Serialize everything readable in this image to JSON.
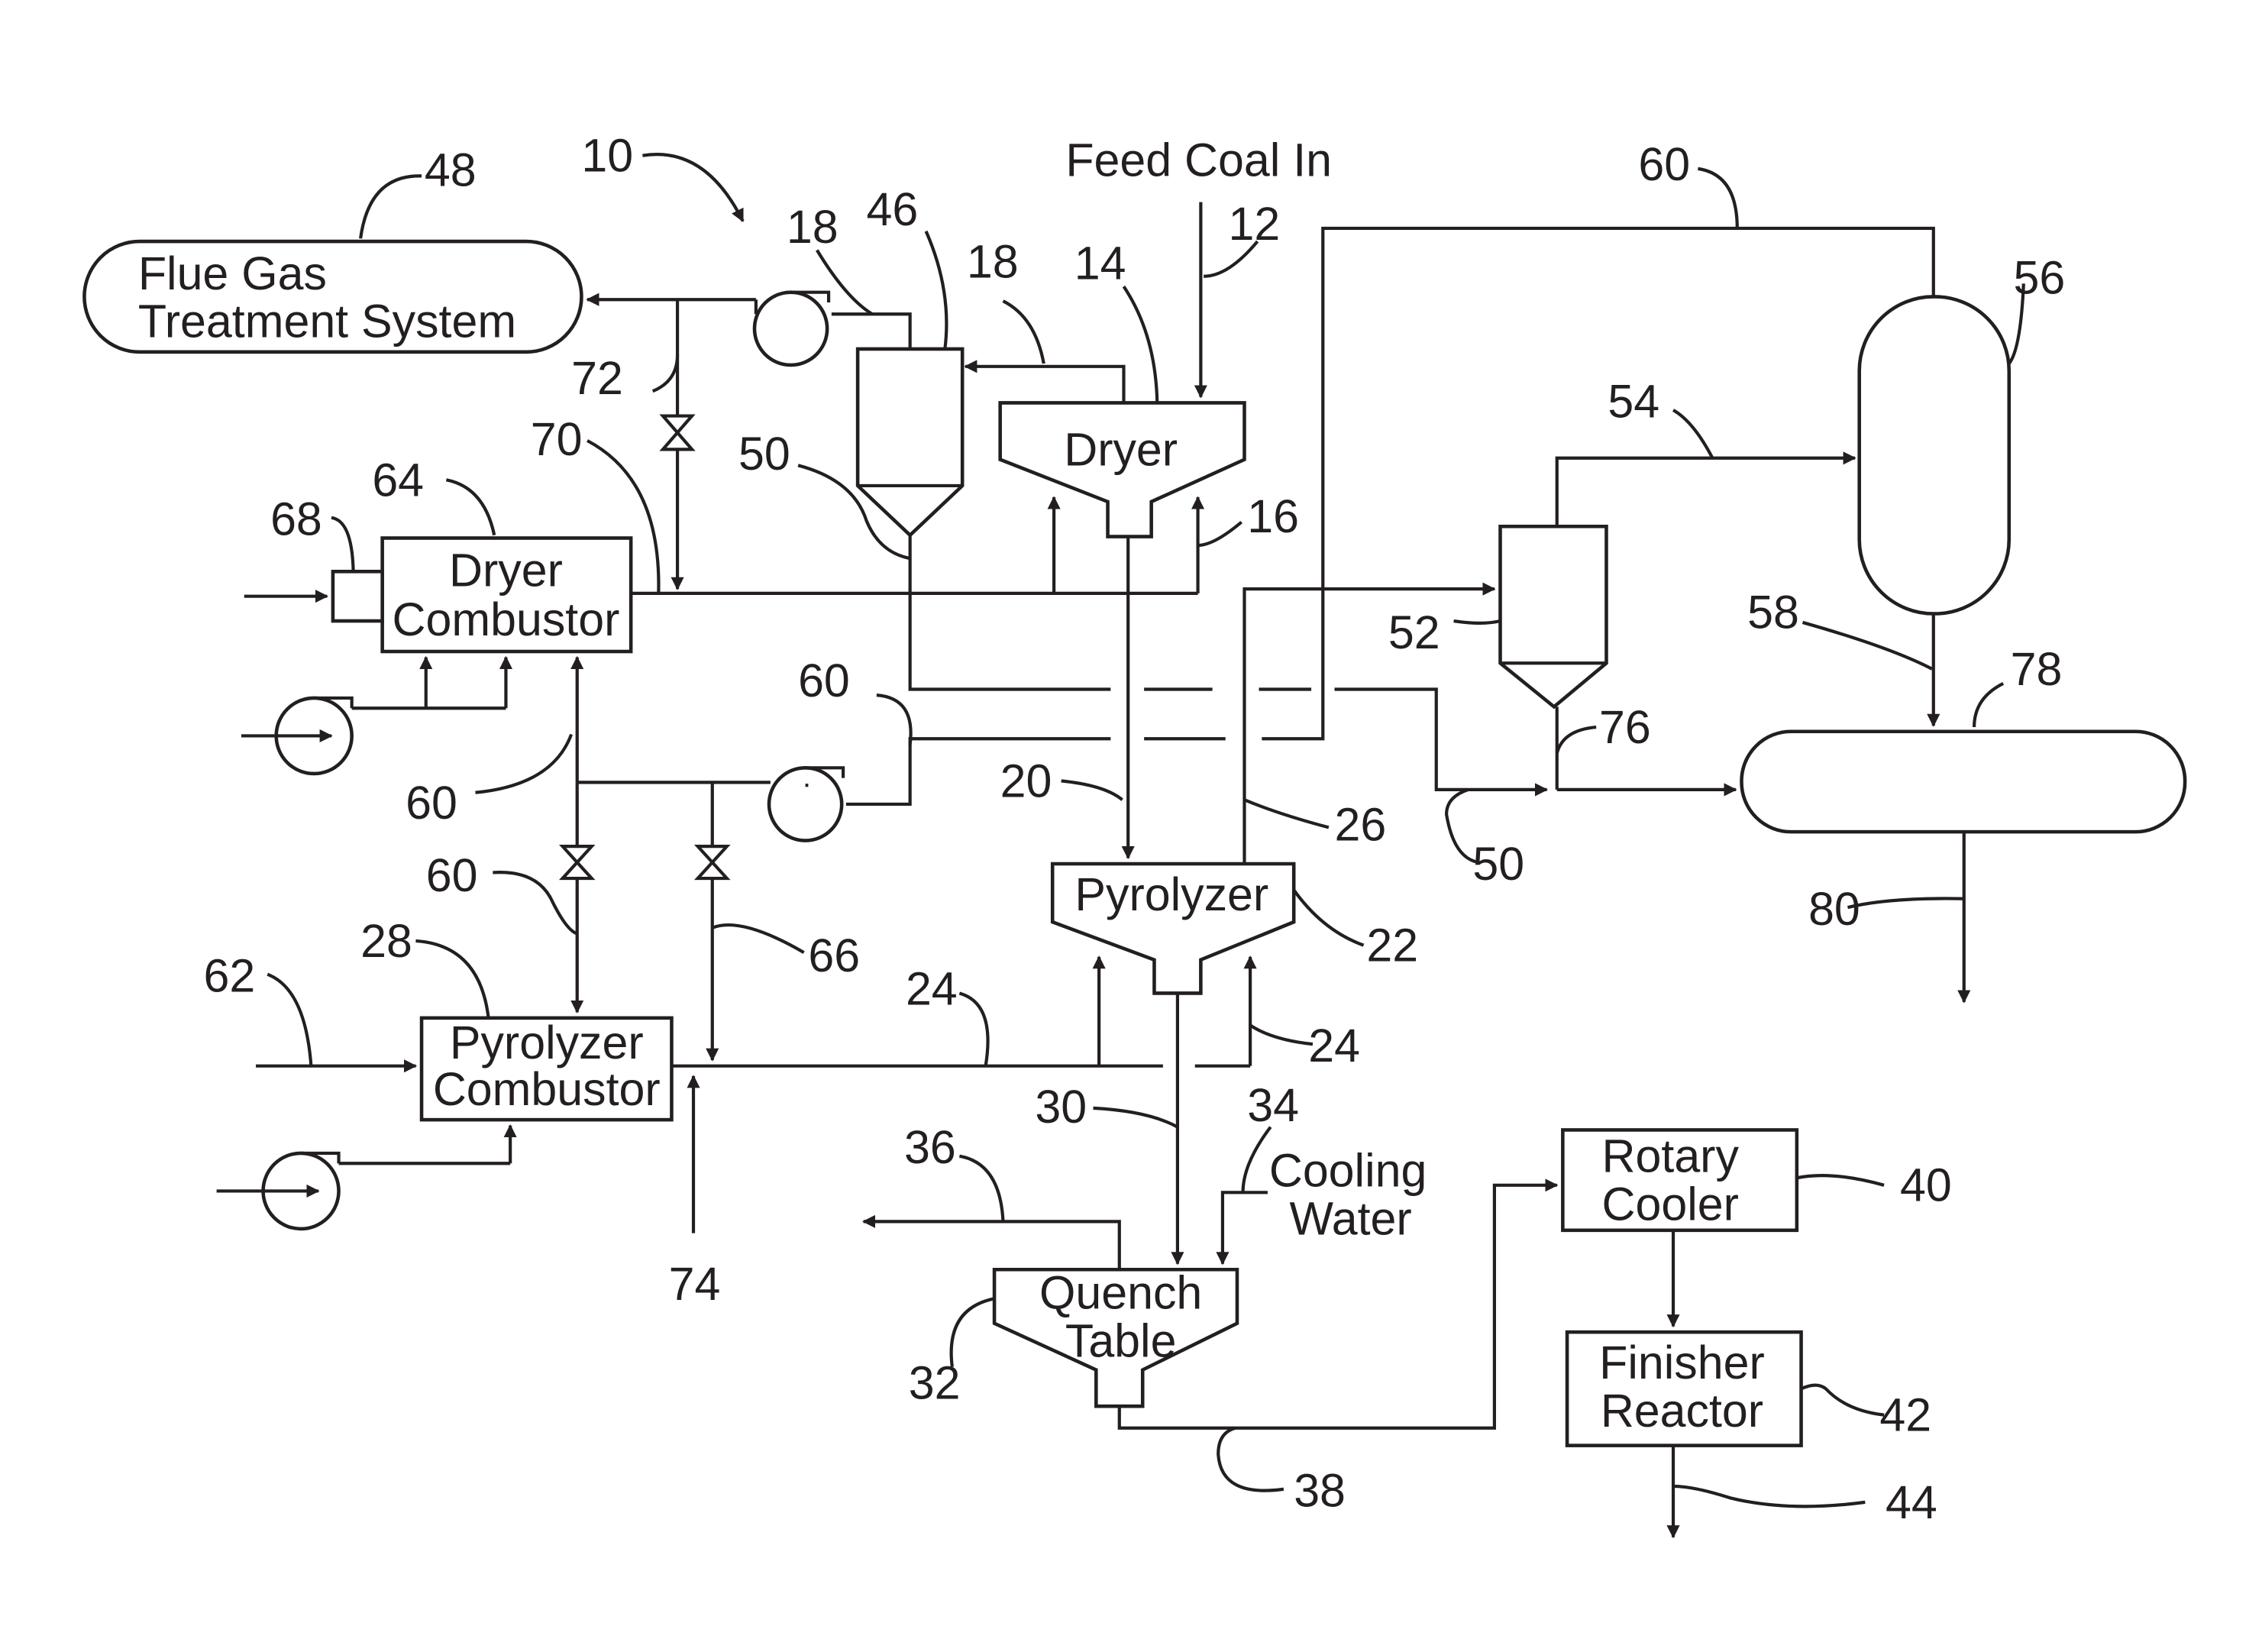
{
  "equipment": {
    "flue_gas": [
      "Flue Gas",
      "Treatment System"
    ],
    "dryer": "Dryer",
    "dryer_combustor": [
      "Dryer",
      "Combustor"
    ],
    "pyrolyzer": "Pyrolyzer",
    "pyrolyzer_combustor": [
      "Pyrolyzer",
      "Combustor"
    ],
    "quench_table": [
      "Quench",
      "Table"
    ],
    "rotary_cooler": [
      "Rotary",
      "Cooler"
    ],
    "finisher_reactor": [
      "Finisher",
      "Reactor"
    ]
  },
  "streams": {
    "feed_coal_in": "Feed Coal In",
    "cooling_water": [
      "Cooling",
      "Water"
    ]
  },
  "refs": {
    "r10": "10",
    "r12": "12",
    "r14": "14",
    "r16": "16",
    "r18a": "18",
    "r18b": "18",
    "r20": "20",
    "r22": "22",
    "r24a": "24",
    "r24b": "24",
    "r26": "26",
    "r28": "28",
    "r30": "30",
    "r32": "32",
    "r34": "34",
    "r36": "36",
    "r38": "38",
    "r40": "40",
    "r42": "42",
    "r44": "44",
    "r46": "46",
    "r48": "48",
    "r50a": "50",
    "r50b": "50",
    "r52": "52",
    "r54": "54",
    "r56": "56",
    "r58": "58",
    "r60a": "60",
    "r60b": "60",
    "r60c": "60",
    "r60d": "60",
    "r62": "62",
    "r64": "64",
    "r66": "66",
    "r68": "68",
    "r70": "70",
    "r72": "72",
    "r74": "74",
    "r76": "76",
    "r78": "78",
    "r80": "80"
  }
}
